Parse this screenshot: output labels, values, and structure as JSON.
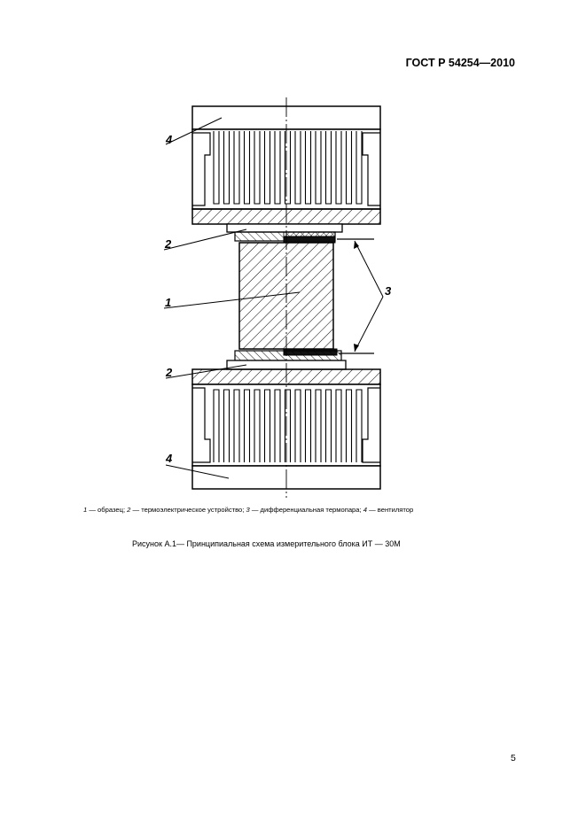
{
  "header": {
    "doc_code": "ГОСТ Р 54254—2010"
  },
  "figure": {
    "callouts": [
      "1",
      "2",
      "3",
      "4"
    ]
  },
  "legend": {
    "items": [
      {
        "num": "1",
        "text": " — образец; "
      },
      {
        "num": "2",
        "text": " — термоэлектрическое устройство; "
      },
      {
        "num": "3",
        "text": " — дифференциальная термопара; "
      },
      {
        "num": "4",
        "text": " — вентилятор"
      }
    ]
  },
  "caption": {
    "text": "Рисунок А.1— Принципиальная схема измерительного блока ИТ — 30М"
  },
  "page": {
    "number": "5"
  }
}
